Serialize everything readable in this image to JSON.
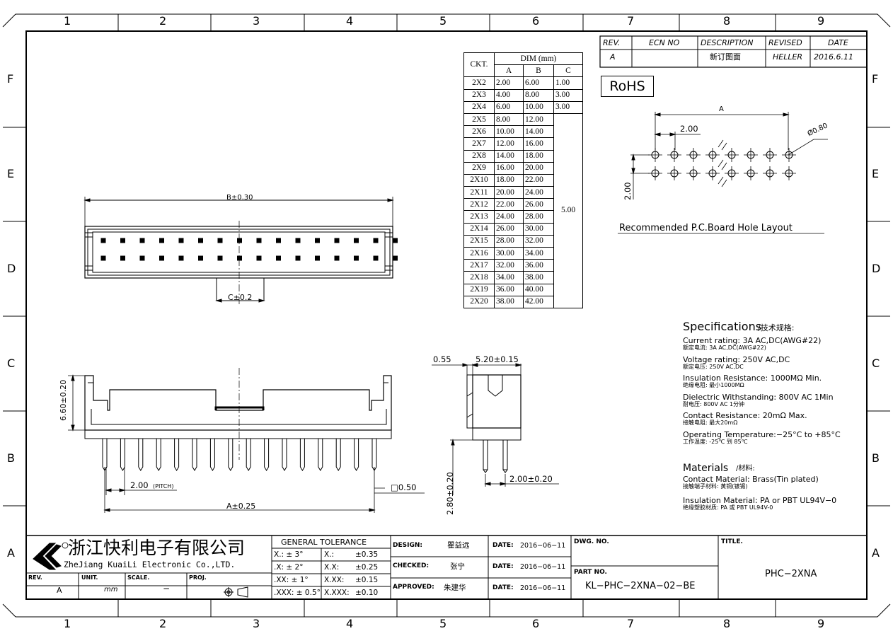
{
  "grid": {
    "columns": [
      "1",
      "2",
      "3",
      "4",
      "5",
      "6",
      "7",
      "8",
      "9"
    ],
    "rows": [
      "F",
      "E",
      "D",
      "C",
      "B",
      "A"
    ]
  },
  "revision_table": {
    "headers": [
      "REV.",
      "ECN NO",
      "DESCRIPTION",
      "REVISED",
      "DATE"
    ],
    "row": [
      "A",
      "",
      "新订图面",
      "HELLER",
      "2016.6.11"
    ]
  },
  "rohs": "RoHS",
  "dim_table": {
    "header_ckt": "CKT.",
    "header_dim": "DIM (mm)",
    "cols": [
      "A",
      "B",
      "C"
    ],
    "rows": [
      [
        "2X2",
        "2.00",
        "6.00",
        "1.00"
      ],
      [
        "2X3",
        "4.00",
        "8.00",
        "3.00"
      ],
      [
        "2X4",
        "6.00",
        "10.00",
        "3.00"
      ],
      [
        "2X5",
        "8.00",
        "12.00",
        ""
      ],
      [
        "2X6",
        "10.00",
        "14.00",
        ""
      ],
      [
        "2X7",
        "12.00",
        "16.00",
        ""
      ],
      [
        "2X8",
        "14.00",
        "18.00",
        ""
      ],
      [
        "2X9",
        "16.00",
        "20.00",
        ""
      ],
      [
        "2X10",
        "18.00",
        "22.00",
        ""
      ],
      [
        "2X11",
        "20.00",
        "24.00",
        ""
      ],
      [
        "2X12",
        "22.00",
        "26.00",
        ""
      ],
      [
        "2X13",
        "24.00",
        "28.00",
        ""
      ],
      [
        "2X14",
        "26.00",
        "30.00",
        ""
      ],
      [
        "2X15",
        "28.00",
        "32.00",
        ""
      ],
      [
        "2X16",
        "30.00",
        "34.00",
        ""
      ],
      [
        "2X17",
        "32.00",
        "36.00",
        ""
      ],
      [
        "2X18",
        "34.00",
        "38.00",
        ""
      ],
      [
        "2X19",
        "36.00",
        "40.00",
        ""
      ],
      [
        "2X20",
        "38.00",
        "42.00",
        ""
      ]
    ],
    "merged_c": "5.00"
  },
  "dims": {
    "b": "B±0.30",
    "c": "C±0.2",
    "h": "6.60±0.20",
    "pitch": "2.00",
    "pitch_sub": "(PITCH)",
    "a": "A±0.25",
    "pin_sq": "□0.50",
    "side_055": "0.55",
    "side_520": "5.20±0.15",
    "side_280": "2.80±0.20",
    "side_200": "2.00±0.20",
    "pcb_a": "A",
    "pcb_200": "2.00",
    "pcb_v200": "2.00",
    "pcb_hole": "Ø0.80"
  },
  "pcb_caption": "Recommended P.C.Board Hole Layout",
  "spec": {
    "title": "Specifications",
    "title_cn": "/技术规格:",
    "items": [
      {
        "en": "Current rating: 3A AC,DC(AWG#22)",
        "cn": "额定电流: 3A AC,DC(AWG#22)"
      },
      {
        "en": "Voltage rating: 250V AC,DC",
        "cn": "额定电压: 250V AC,DC"
      },
      {
        "en": "Insulation Resistance: 1000MΩ Min.",
        "cn": "绝缘电阻: 最小1000MΩ"
      },
      {
        "en": "Dielectric Withstanding: 800V AC 1Min",
        "cn": "耐电压: 800V AC 1分钟"
      },
      {
        "en": "Contact Resistance: 20mΩ Max.",
        "cn": "接触电阻: 最大20mΩ"
      },
      {
        "en": "Operating Temperature:−25°C to +85°C",
        "cn": "工作温度: -25℃ 到 85℃"
      }
    ],
    "materials": "Materials",
    "materials_cn": "/材料:",
    "mat_items": [
      {
        "en": "Contact Material: Brass(Tin plated)",
        "cn": "接触端子材料: 黄铜(镀锡)"
      },
      {
        "en": "Insulation Material: PA or PBT UL94V−0",
        "cn": "绝缘塑胶材质: PA 或 PBT UL94V-0"
      }
    ]
  },
  "title_block": {
    "company_cn": "浙江快利电子有限公司",
    "company_en": "ZheJiang KuaiLi Electronic Co.,LTD.",
    "rev_label": "REV.",
    "rev": "A",
    "unit_label": "UNIT.",
    "unit": "mm",
    "scale_label": "SCALE.",
    "scale": "−",
    "proj_label": "PROJ.",
    "tol_title": "GENERAL TOLERANCE",
    "tol": [
      [
        "X.: ± 3°",
        "X.:",
        "±0.35"
      ],
      [
        ".X: ± 2°",
        "X.X:",
        "±0.25"
      ],
      [
        ".XX: ± 1°",
        "X.XX:",
        "±0.15"
      ],
      [
        ".XXX: ± 0.5°",
        "X.XXX:",
        "±0.10"
      ]
    ],
    "design_label": "DESIGN:",
    "design": "瞿益远",
    "checked_label": "CHECKED:",
    "checked": "张宁",
    "approved_label": "APPROVED:",
    "approved": "朱建华",
    "date_label": "DATE:",
    "date1": "2016−06−11",
    "date2": "2016−06−11",
    "date3": "2016−06−11",
    "dwg_label": "DWG. NO.",
    "part_label": "PART NO.",
    "part": "KL−PHC−2XNA−02−BE",
    "title_label": "TITLE.",
    "title": "PHC−2XNA"
  }
}
